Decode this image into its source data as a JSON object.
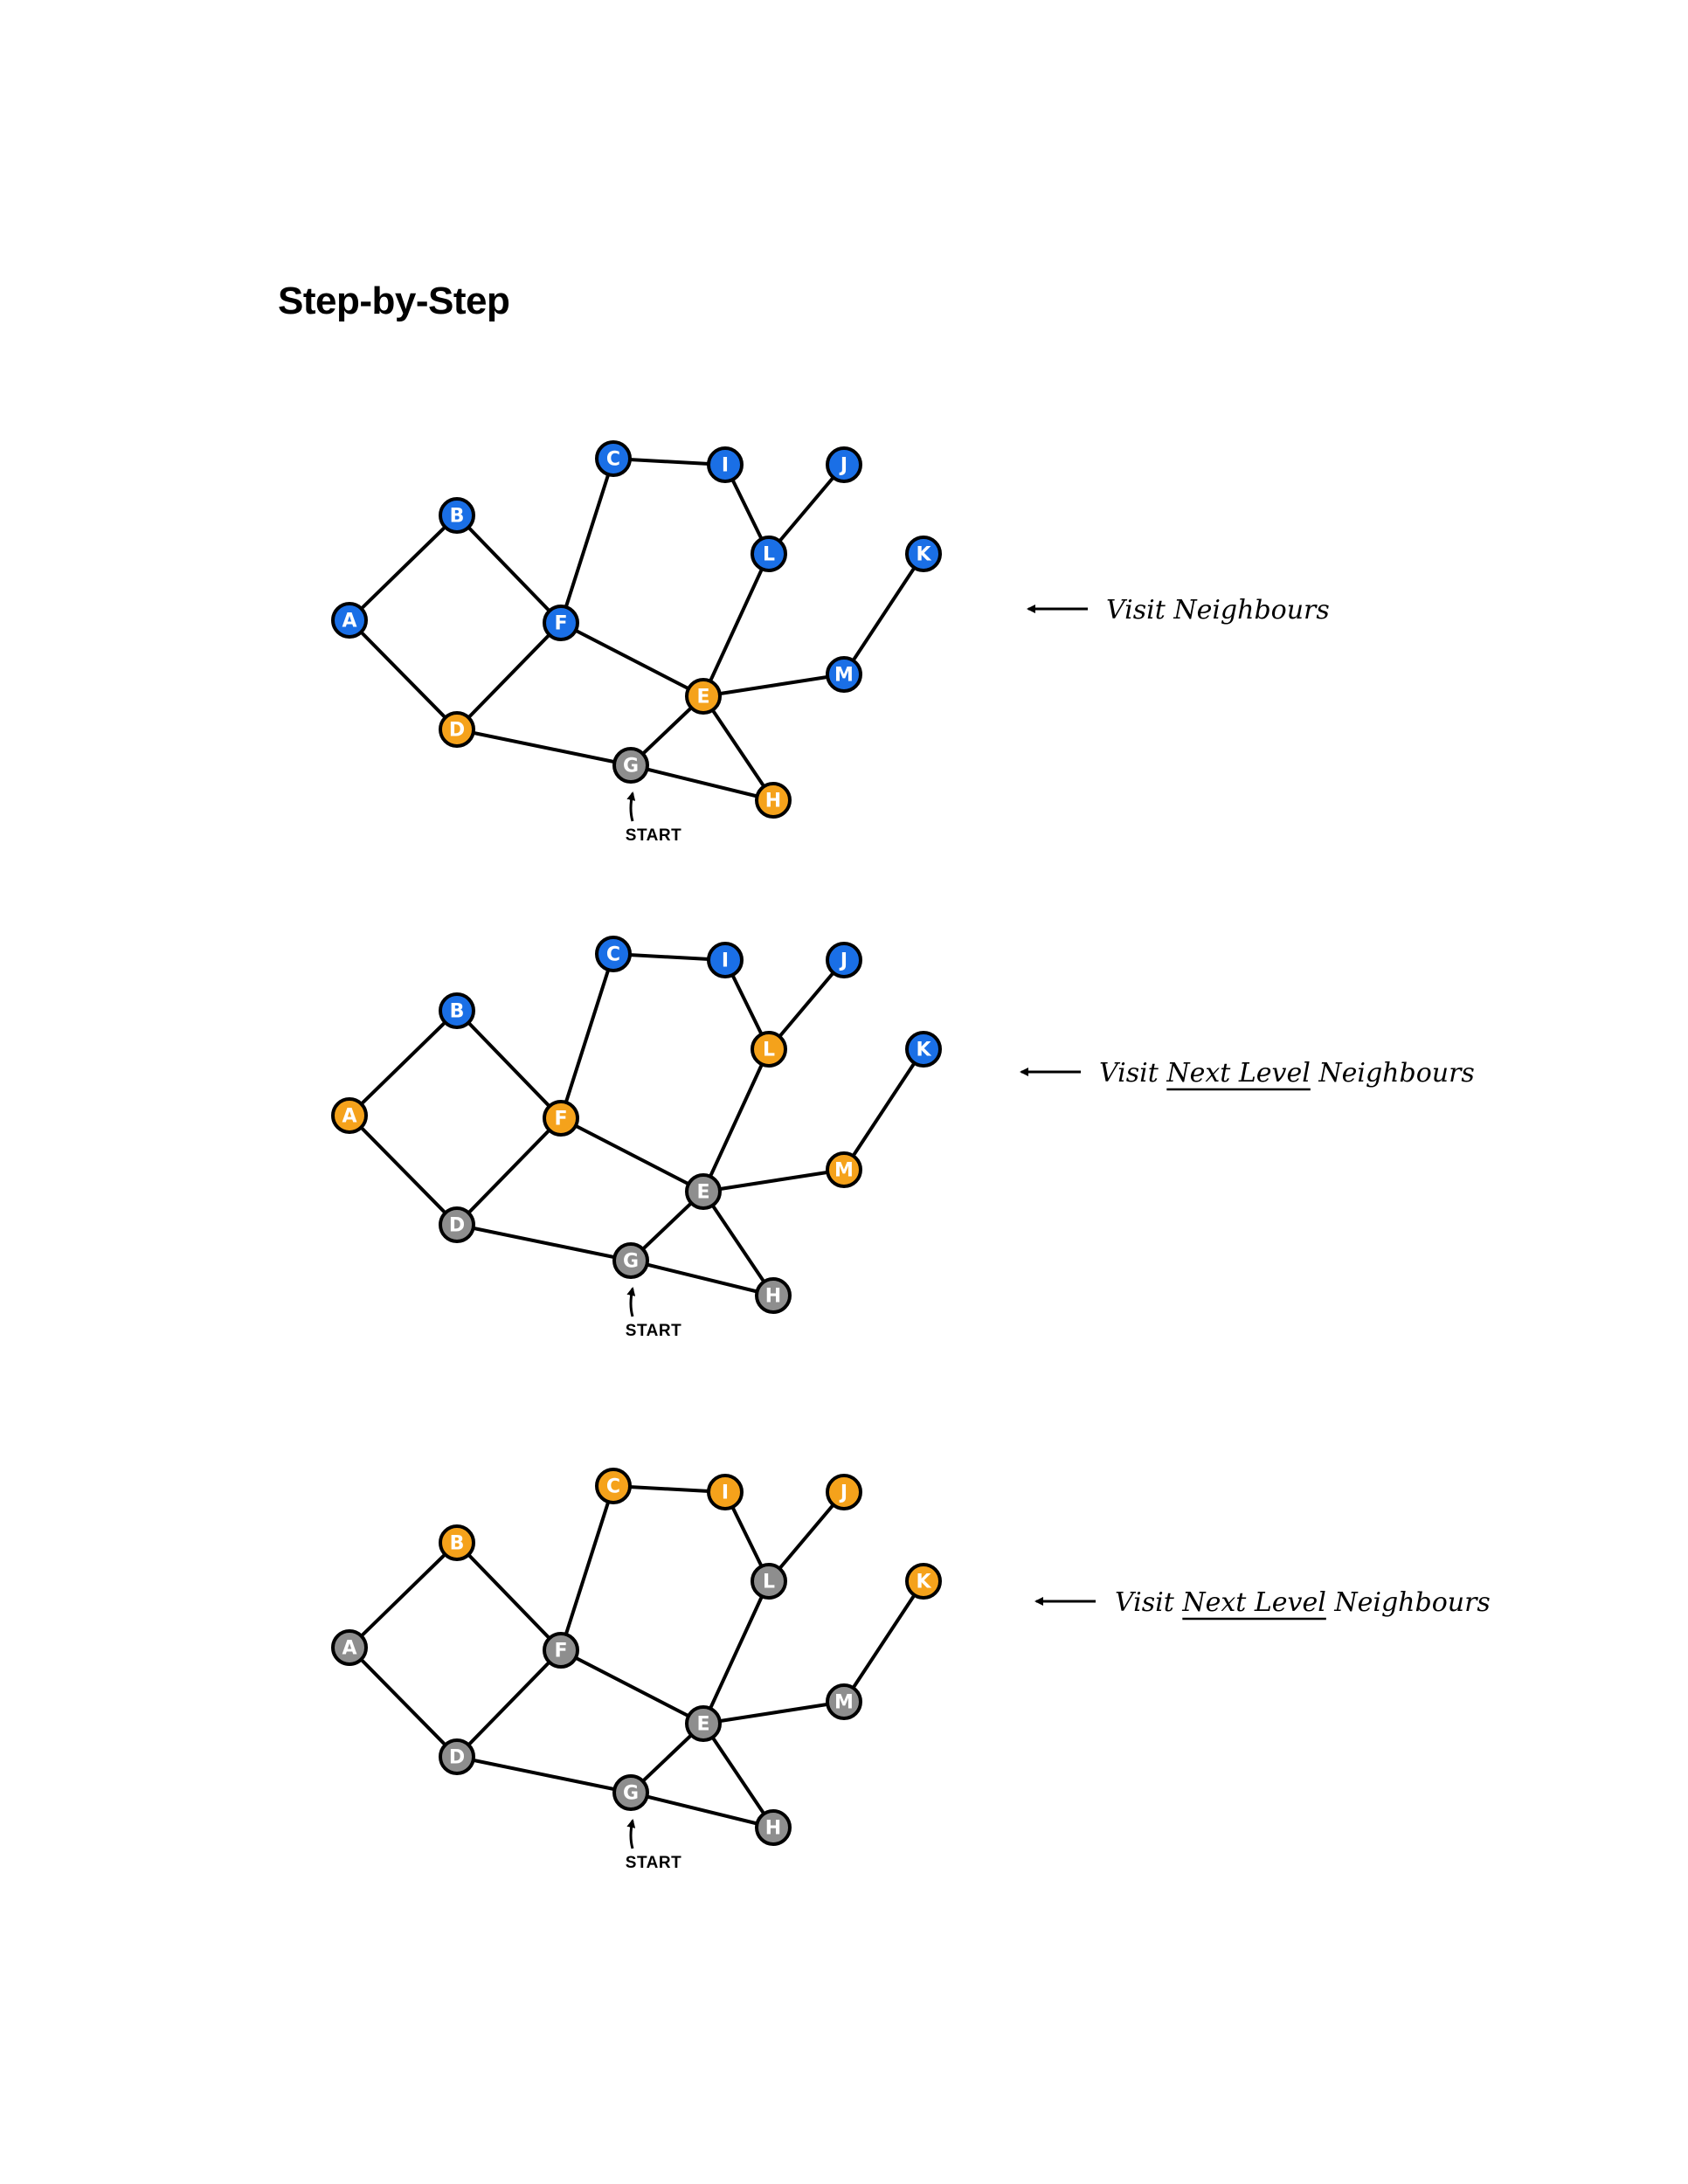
{
  "title": "Step-by-Step",
  "colors": {
    "unvisited": "#1a6fe6",
    "visiting": "#f5a21b",
    "visited": "#8e8e8e",
    "line": "#000000"
  },
  "edges": [
    [
      "A",
      "B"
    ],
    [
      "A",
      "D"
    ],
    [
      "B",
      "F"
    ],
    [
      "D",
      "F"
    ],
    [
      "D",
      "G"
    ],
    [
      "F",
      "C"
    ],
    [
      "F",
      "E"
    ],
    [
      "C",
      "I"
    ],
    [
      "I",
      "L"
    ],
    [
      "L",
      "J"
    ],
    [
      "L",
      "E"
    ],
    [
      "K",
      "M"
    ],
    [
      "E",
      "M"
    ],
    [
      "E",
      "G"
    ],
    [
      "E",
      "H"
    ],
    [
      "G",
      "H"
    ]
  ],
  "start_label": "START",
  "steps": [
    {
      "annotation": {
        "prefix": "Visit ",
        "underlined": "",
        "suffix": "Neighbours"
      },
      "node_states": {
        "A": "unvisited",
        "B": "unvisited",
        "C": "unvisited",
        "D": "visiting",
        "E": "visiting",
        "F": "unvisited",
        "G": "visited",
        "H": "visiting",
        "I": "unvisited",
        "J": "unvisited",
        "K": "unvisited",
        "L": "unvisited",
        "M": "unvisited"
      }
    },
    {
      "annotation": {
        "prefix": "Visit ",
        "underlined": "Next Level",
        "suffix": " Neighbours"
      },
      "node_states": {
        "A": "visiting",
        "B": "unvisited",
        "C": "unvisited",
        "D": "visited",
        "E": "visited",
        "F": "visiting",
        "G": "visited",
        "H": "visited",
        "I": "unvisited",
        "J": "unvisited",
        "K": "unvisited",
        "L": "visiting",
        "M": "visiting"
      }
    },
    {
      "annotation": {
        "prefix": "Visit ",
        "underlined": "Next Level",
        "suffix": " Neighbours"
      },
      "node_states": {
        "A": "visited",
        "B": "visiting",
        "C": "visiting",
        "D": "visited",
        "E": "visited",
        "F": "visited",
        "G": "visited",
        "H": "visited",
        "I": "visiting",
        "J": "visiting",
        "K": "visiting",
        "L": "visited",
        "M": "visited"
      }
    }
  ]
}
